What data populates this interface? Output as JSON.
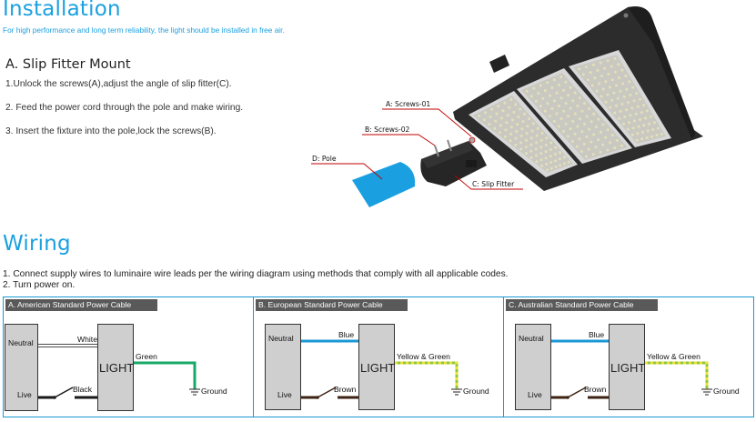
{
  "installation": {
    "title": "Installation",
    "subtitle": "For high performance and long term reliability, the light should be installed in free air.",
    "section_title": "A. Slip Fitter Mount",
    "steps": [
      "1.Unlock the screws(A),adjust the angle of slip fitter(C).",
      "2. Feed the power cord through the pole and make wiring.",
      "3. Insert the fixture into the pole,lock the screws(B)."
    ],
    "callouts": {
      "a": "A: Screws-01",
      "b": "B: Screws-02",
      "c": "C: Slip Fitter",
      "d": "D: Pole"
    },
    "colors": {
      "accent": "#1aa0e0",
      "callout_line": "#c00000",
      "pole": "#1aa0e0",
      "fixture": "#2b2b2b"
    }
  },
  "wiring": {
    "title": "Wiring",
    "steps": [
      "1. Connect supply wires to luminaire wire leads per the wiring diagram using methods that comply with all applicable codes.",
      "2. Turn power on."
    ],
    "panels": [
      {
        "title": "A. American Standard Power Cable",
        "neutral_label": "Neutral",
        "live_label": "Live",
        "neutral_wire": "White",
        "live_wire": "Black",
        "earth_wire": "Green",
        "light_label": "LIGHT",
        "ground_label": "Ground",
        "neutral_color": "#ffffff",
        "live_color": "#1a1a1a",
        "earth_color": "#1aa866"
      },
      {
        "title": "B. European Standard Power Cable",
        "neutral_label": "Neutral",
        "live_label": "Live",
        "neutral_wire": "Blue",
        "live_wire": "Brown",
        "earth_wire": "Yellow & Green",
        "light_label": "LIGHT",
        "ground_label": "Ground",
        "neutral_color": "#1a98d5",
        "live_color": "#3d2314",
        "earth_color": "#8fc63f"
      },
      {
        "title": "C. Australian Standard Power Cable",
        "neutral_label": "Neutral",
        "live_label": "Live",
        "neutral_wire": "Blue",
        "live_wire": "Brown",
        "earth_wire": "Yellow & Green",
        "light_label": "LIGHT",
        "ground_label": "Ground",
        "neutral_color": "#1a98d5",
        "live_color": "#3d2314",
        "earth_color": "#8fc63f"
      }
    ]
  }
}
